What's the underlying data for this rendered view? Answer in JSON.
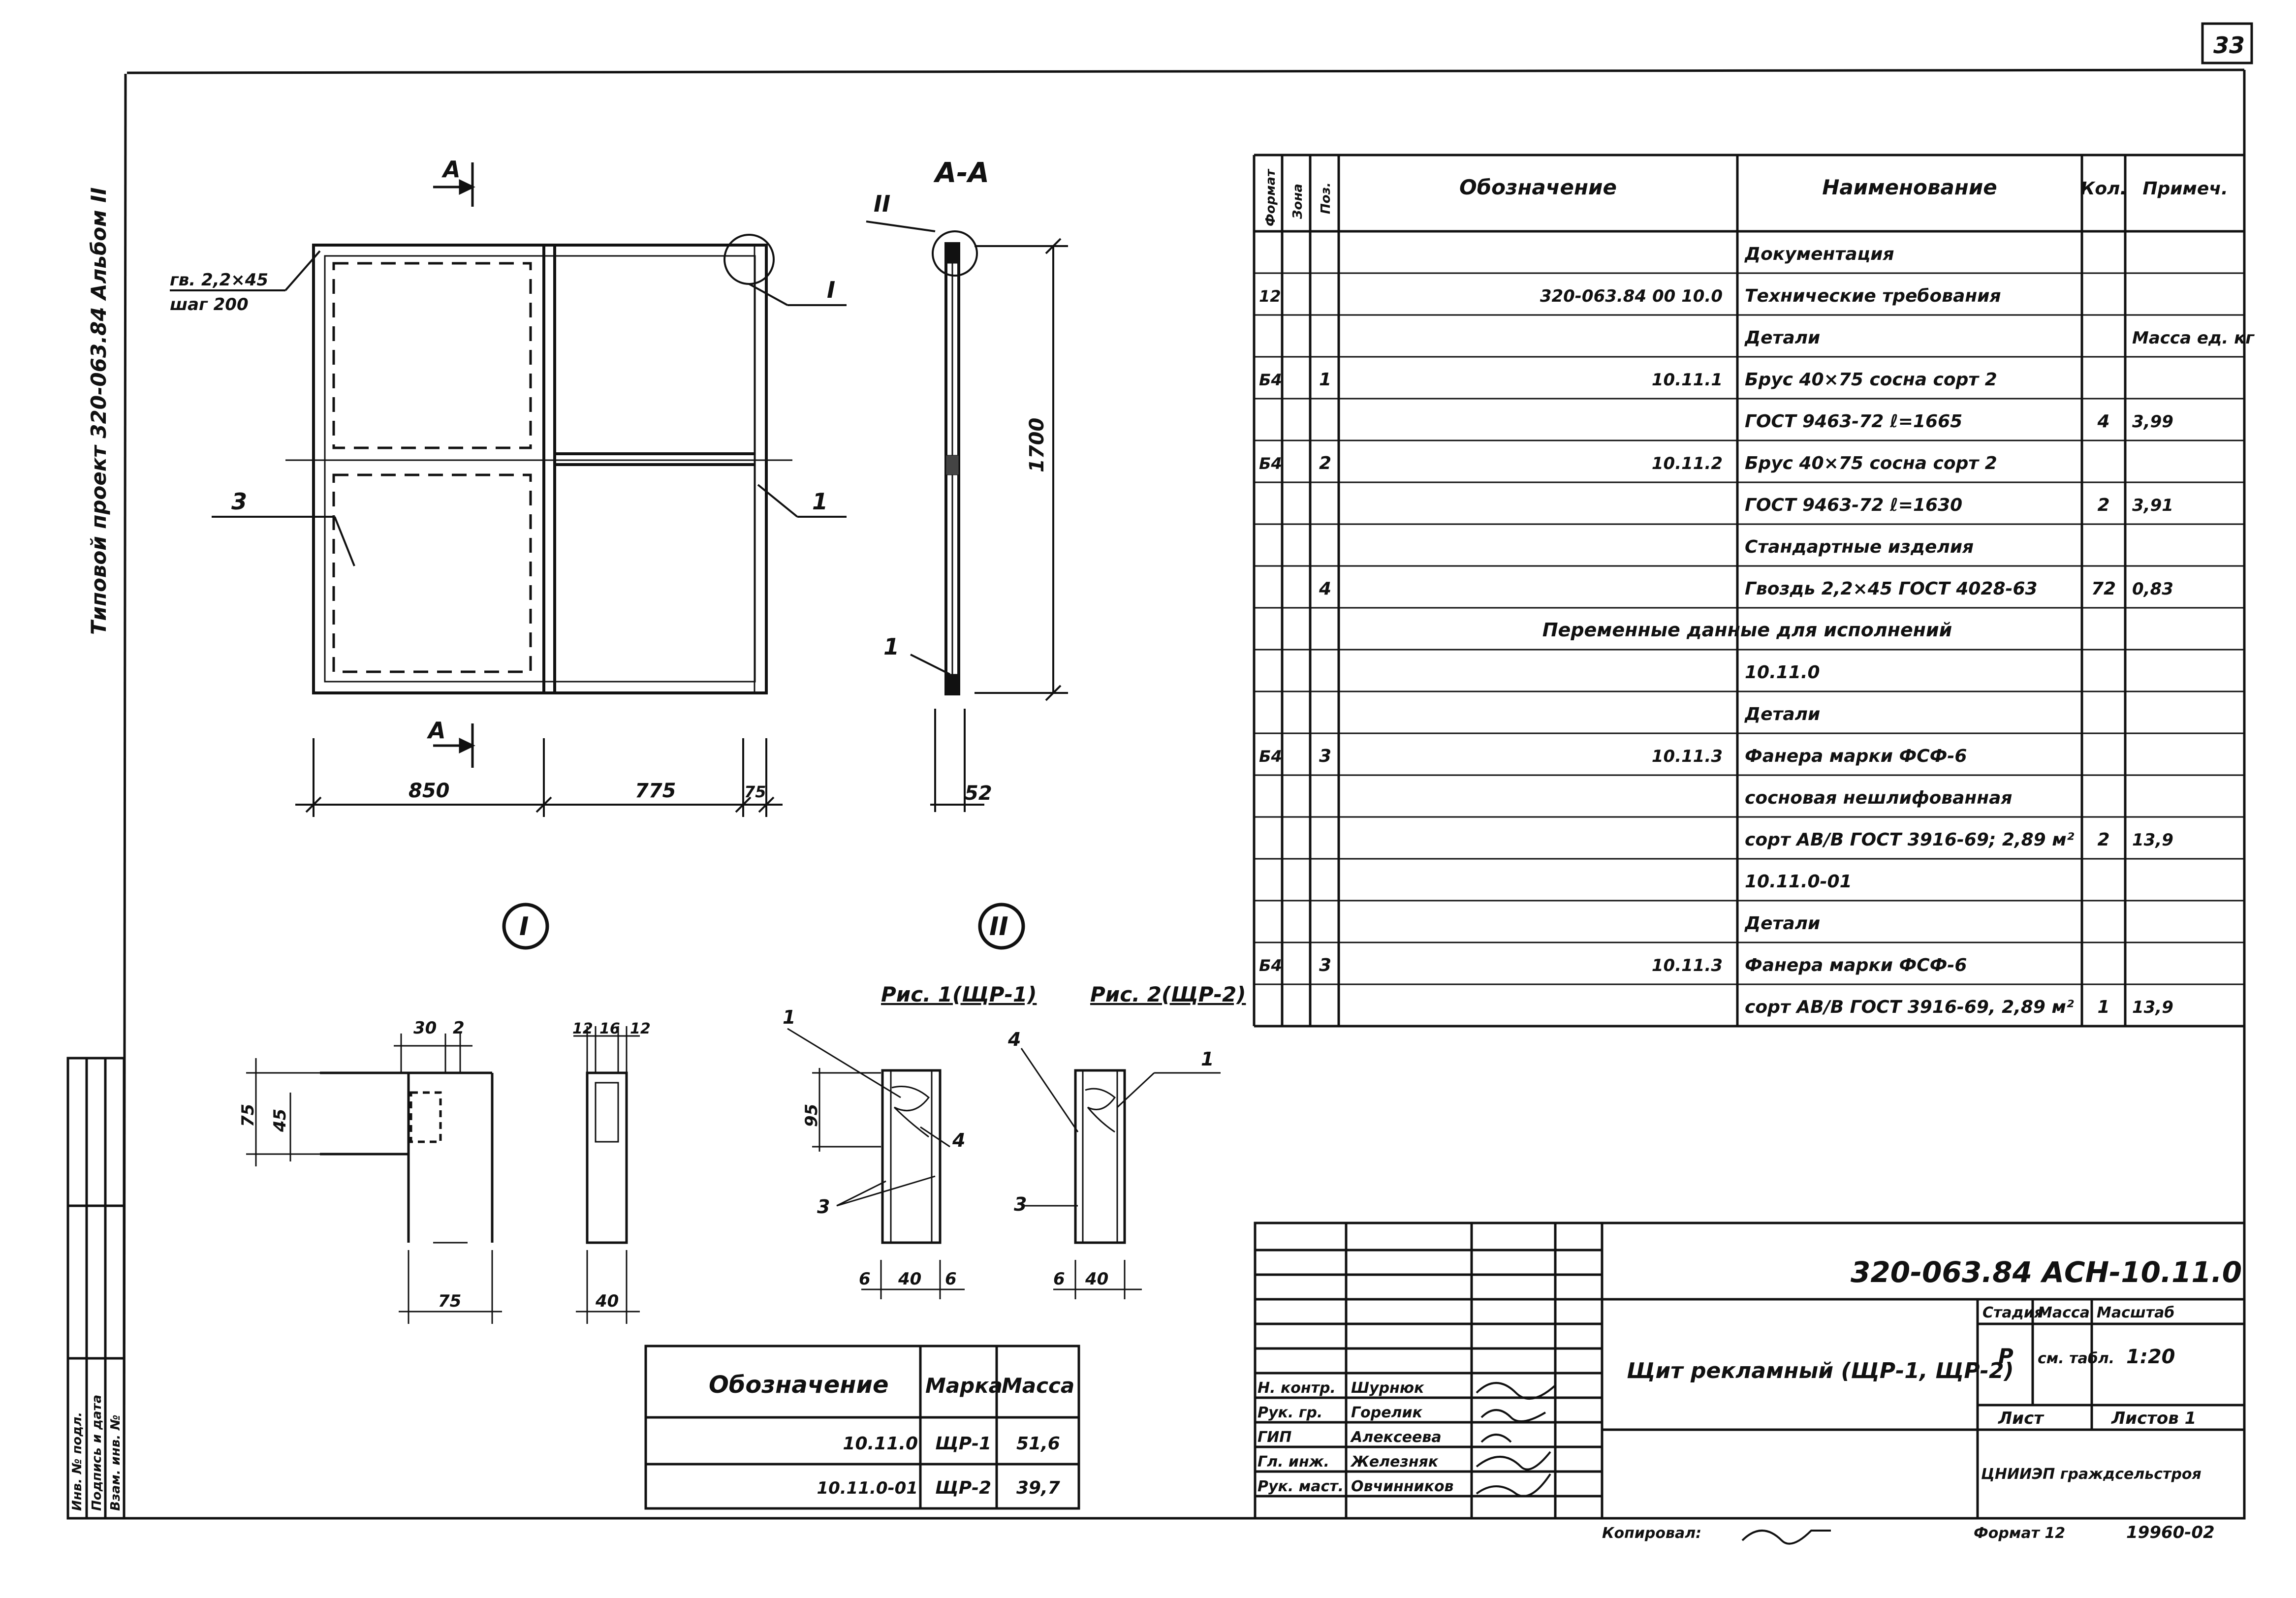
{
  "sheet": {
    "number": "33",
    "side_title": "Типовой проект 320-063.84 Альбом II",
    "side_cells": [
      "Инв. № подл.",
      "Подпись и дата",
      "Взам. инв. №"
    ]
  },
  "drawing": {
    "section_a_top": "А",
    "section_a_bottom": "А",
    "section_view_title": "А-А",
    "nail_note_1": "гв. 2,2×45",
    "nail_note_2": "шаг 200",
    "callout_3": "3",
    "callout_1": "1",
    "callout_I": "I",
    "callout_II": "II",
    "dim_850": "850",
    "dim_775": "775",
    "dim_75": "75",
    "dim_1700": "1700",
    "dim_52": "52",
    "callout_1_section": "1"
  },
  "details": {
    "node_I": "I",
    "node_II": "II",
    "fig1": "Рис. 1(ЩР-1)",
    "fig2": "Рис. 2(ЩР-2)",
    "d_30": "30",
    "d_2": "2",
    "d_75a": "75",
    "d_45": "45",
    "d_75b": "75",
    "d_12a": "12",
    "d_16": "16",
    "d_12b": "12",
    "d_40a": "40",
    "d_95": "95",
    "d_6a": "6",
    "d_40b": "40",
    "d_6b": "6",
    "d_6c": "6",
    "d_40c": "40",
    "lbl_1a": "1",
    "lbl_4a": "4",
    "lbl_3a": "3",
    "lbl_4b": "4",
    "lbl_1b": "1",
    "lbl_3b": "3"
  },
  "mass_table": {
    "headers": [
      "Обозначение",
      "Марка",
      "Масса"
    ],
    "rows": [
      [
        "10.11.0",
        "ЩР-1",
        "51,6"
      ],
      [
        "10.11.0-01",
        "ЩР-2",
        "39,7"
      ]
    ]
  },
  "spec": {
    "headers": [
      "Формат",
      "Зона",
      "Поз.",
      "Обозначение",
      "Наименование",
      "Кол.",
      "Примеч."
    ],
    "rows": [
      [
        "",
        "",
        "",
        "",
        "Документация",
        "",
        ""
      ],
      [
        "12",
        "",
        "",
        "320-063.84 00 10.0",
        "Технические требования",
        "",
        ""
      ],
      [
        "",
        "",
        "",
        "",
        "Детали",
        "",
        "Масса ед. кг"
      ],
      [
        "Б4",
        "",
        "1",
        "10.11.1",
        "Брус 40×75 сосна сорт 2",
        "",
        ""
      ],
      [
        "",
        "",
        "",
        "",
        "ГОСТ 9463-72 ℓ=1665",
        "4",
        "3,99"
      ],
      [
        "Б4",
        "",
        "2",
        "10.11.2",
        "Брус 40×75 сосна сорт 2",
        "",
        ""
      ],
      [
        "",
        "",
        "",
        "",
        "ГОСТ 9463-72 ℓ=1630",
        "2",
        "3,91"
      ],
      [
        "",
        "",
        "",
        "",
        "Стандартные изделия",
        "",
        ""
      ],
      [
        "",
        "",
        "4",
        "",
        "Гвоздь 2,2×45 ГОСТ 4028-63",
        "72",
        "0,83"
      ],
      [
        "",
        "",
        "",
        "Переменные данные для исполнений",
        "",
        "",
        ""
      ],
      [
        "",
        "",
        "",
        "",
        "10.11.0",
        "",
        ""
      ],
      [
        "",
        "",
        "",
        "",
        "Детали",
        "",
        ""
      ],
      [
        "Б4",
        "",
        "3",
        "10.11.3",
        "Фанера марки ФСФ-6",
        "",
        ""
      ],
      [
        "",
        "",
        "",
        "",
        "сосновая нешлифованная",
        "",
        ""
      ],
      [
        "",
        "",
        "",
        "",
        "сорт АВ/В ГОСТ 3916-69; 2,89 м²",
        "2",
        "13,9"
      ],
      [
        "",
        "",
        "",
        "",
        "10.11.0-01",
        "",
        ""
      ],
      [
        "",
        "",
        "",
        "",
        "Детали",
        "",
        ""
      ],
      [
        "Б4",
        "",
        "3",
        "10.11.3",
        "Фанера марки ФСФ-6",
        "",
        ""
      ],
      [
        "",
        "",
        "",
        "",
        "сорт АВ/В ГОСТ 3916-69, 2,89 м²",
        "1",
        "13,9"
      ]
    ]
  },
  "title_block": {
    "code": "320-063.84 АСН-10.11.0",
    "title": "Щит рекламный (ЩР-1, ЩР-2)",
    "h_stage": "Стадия",
    "h_mass": "Масса",
    "h_scale": "Масштаб",
    "stage": "Р",
    "mass": "см. табл.",
    "scale": "1:20",
    "sheet": "Лист",
    "sheets": "Листов 1",
    "org": "ЦНИИЭП граждсельстроя",
    "roles": [
      [
        "Н. контр.",
        "Шурнюк"
      ],
      [
        "Рук. гр.",
        "Горелик"
      ],
      [
        "ГИП",
        "Алексеева"
      ],
      [
        "Гл. инж.",
        "Железняк"
      ],
      [
        "Рук. маст.",
        "Овчинников"
      ]
    ],
    "copied": "Копировал:",
    "format": "Формат 12",
    "archive": "19960-02"
  }
}
